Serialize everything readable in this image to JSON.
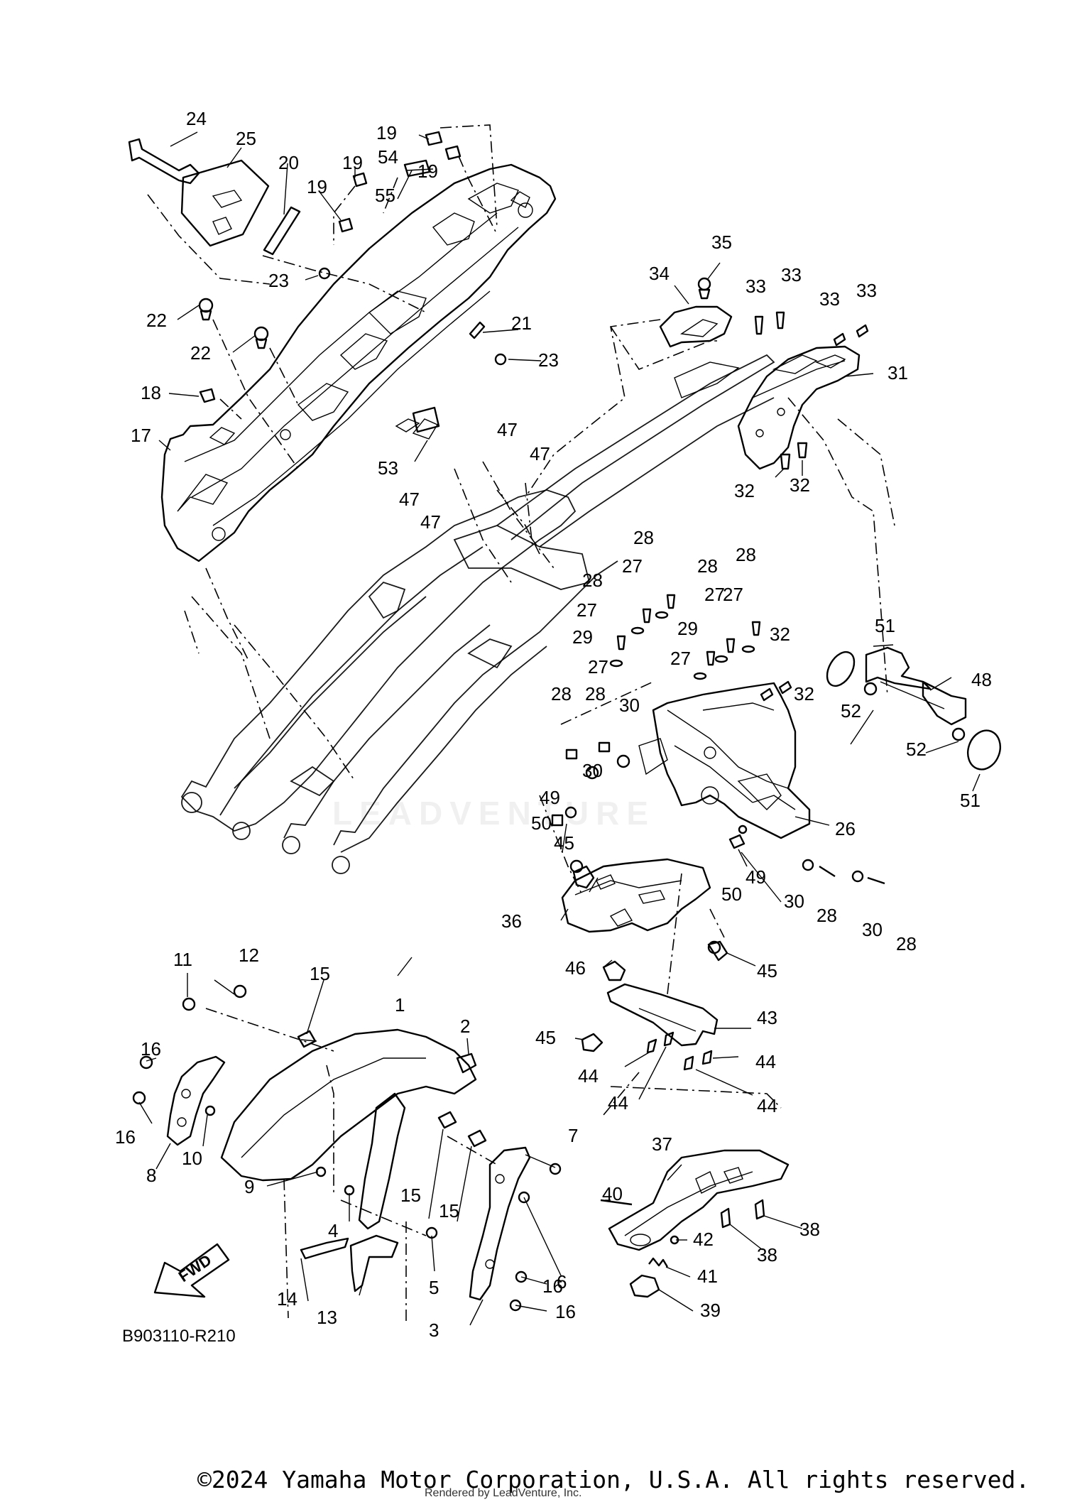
{
  "diagram": {
    "code": "B903110-R210",
    "watermark": "LEADVENTURE",
    "fwd_label": "FWD",
    "copyright": "©2024 Yamaha Motor Corporation, U.S.A. All rights reserved.",
    "rendered_by": "Rendered by LeadVenture, Inc."
  },
  "callouts": [
    "1",
    "2",
    "3",
    "4",
    "5",
    "6",
    "7",
    "8",
    "9",
    "10",
    "11",
    "12",
    "13",
    "14",
    "15",
    "15",
    "15",
    "16",
    "16",
    "16",
    "16",
    "17",
    "18",
    "19",
    "19",
    "19",
    "19",
    "20",
    "21",
    "22",
    "22",
    "23",
    "23",
    "24",
    "25",
    "26",
    "27",
    "27",
    "27",
    "27",
    "27",
    "28",
    "28",
    "28",
    "28",
    "28",
    "28",
    "28",
    "28",
    "29",
    "29",
    "30",
    "30",
    "30",
    "30",
    "31",
    "32",
    "32",
    "32",
    "32",
    "33",
    "33",
    "33",
    "33",
    "34",
    "35",
    "36",
    "37",
    "38",
    "38",
    "39",
    "40",
    "41",
    "42",
    "43",
    "44",
    "44",
    "44",
    "44",
    "45",
    "45",
    "45",
    "46",
    "47",
    "47",
    "47",
    "47",
    "48",
    "49",
    "49",
    "50",
    "50",
    "51",
    "51",
    "52",
    "52",
    "53",
    "54",
    "55"
  ]
}
